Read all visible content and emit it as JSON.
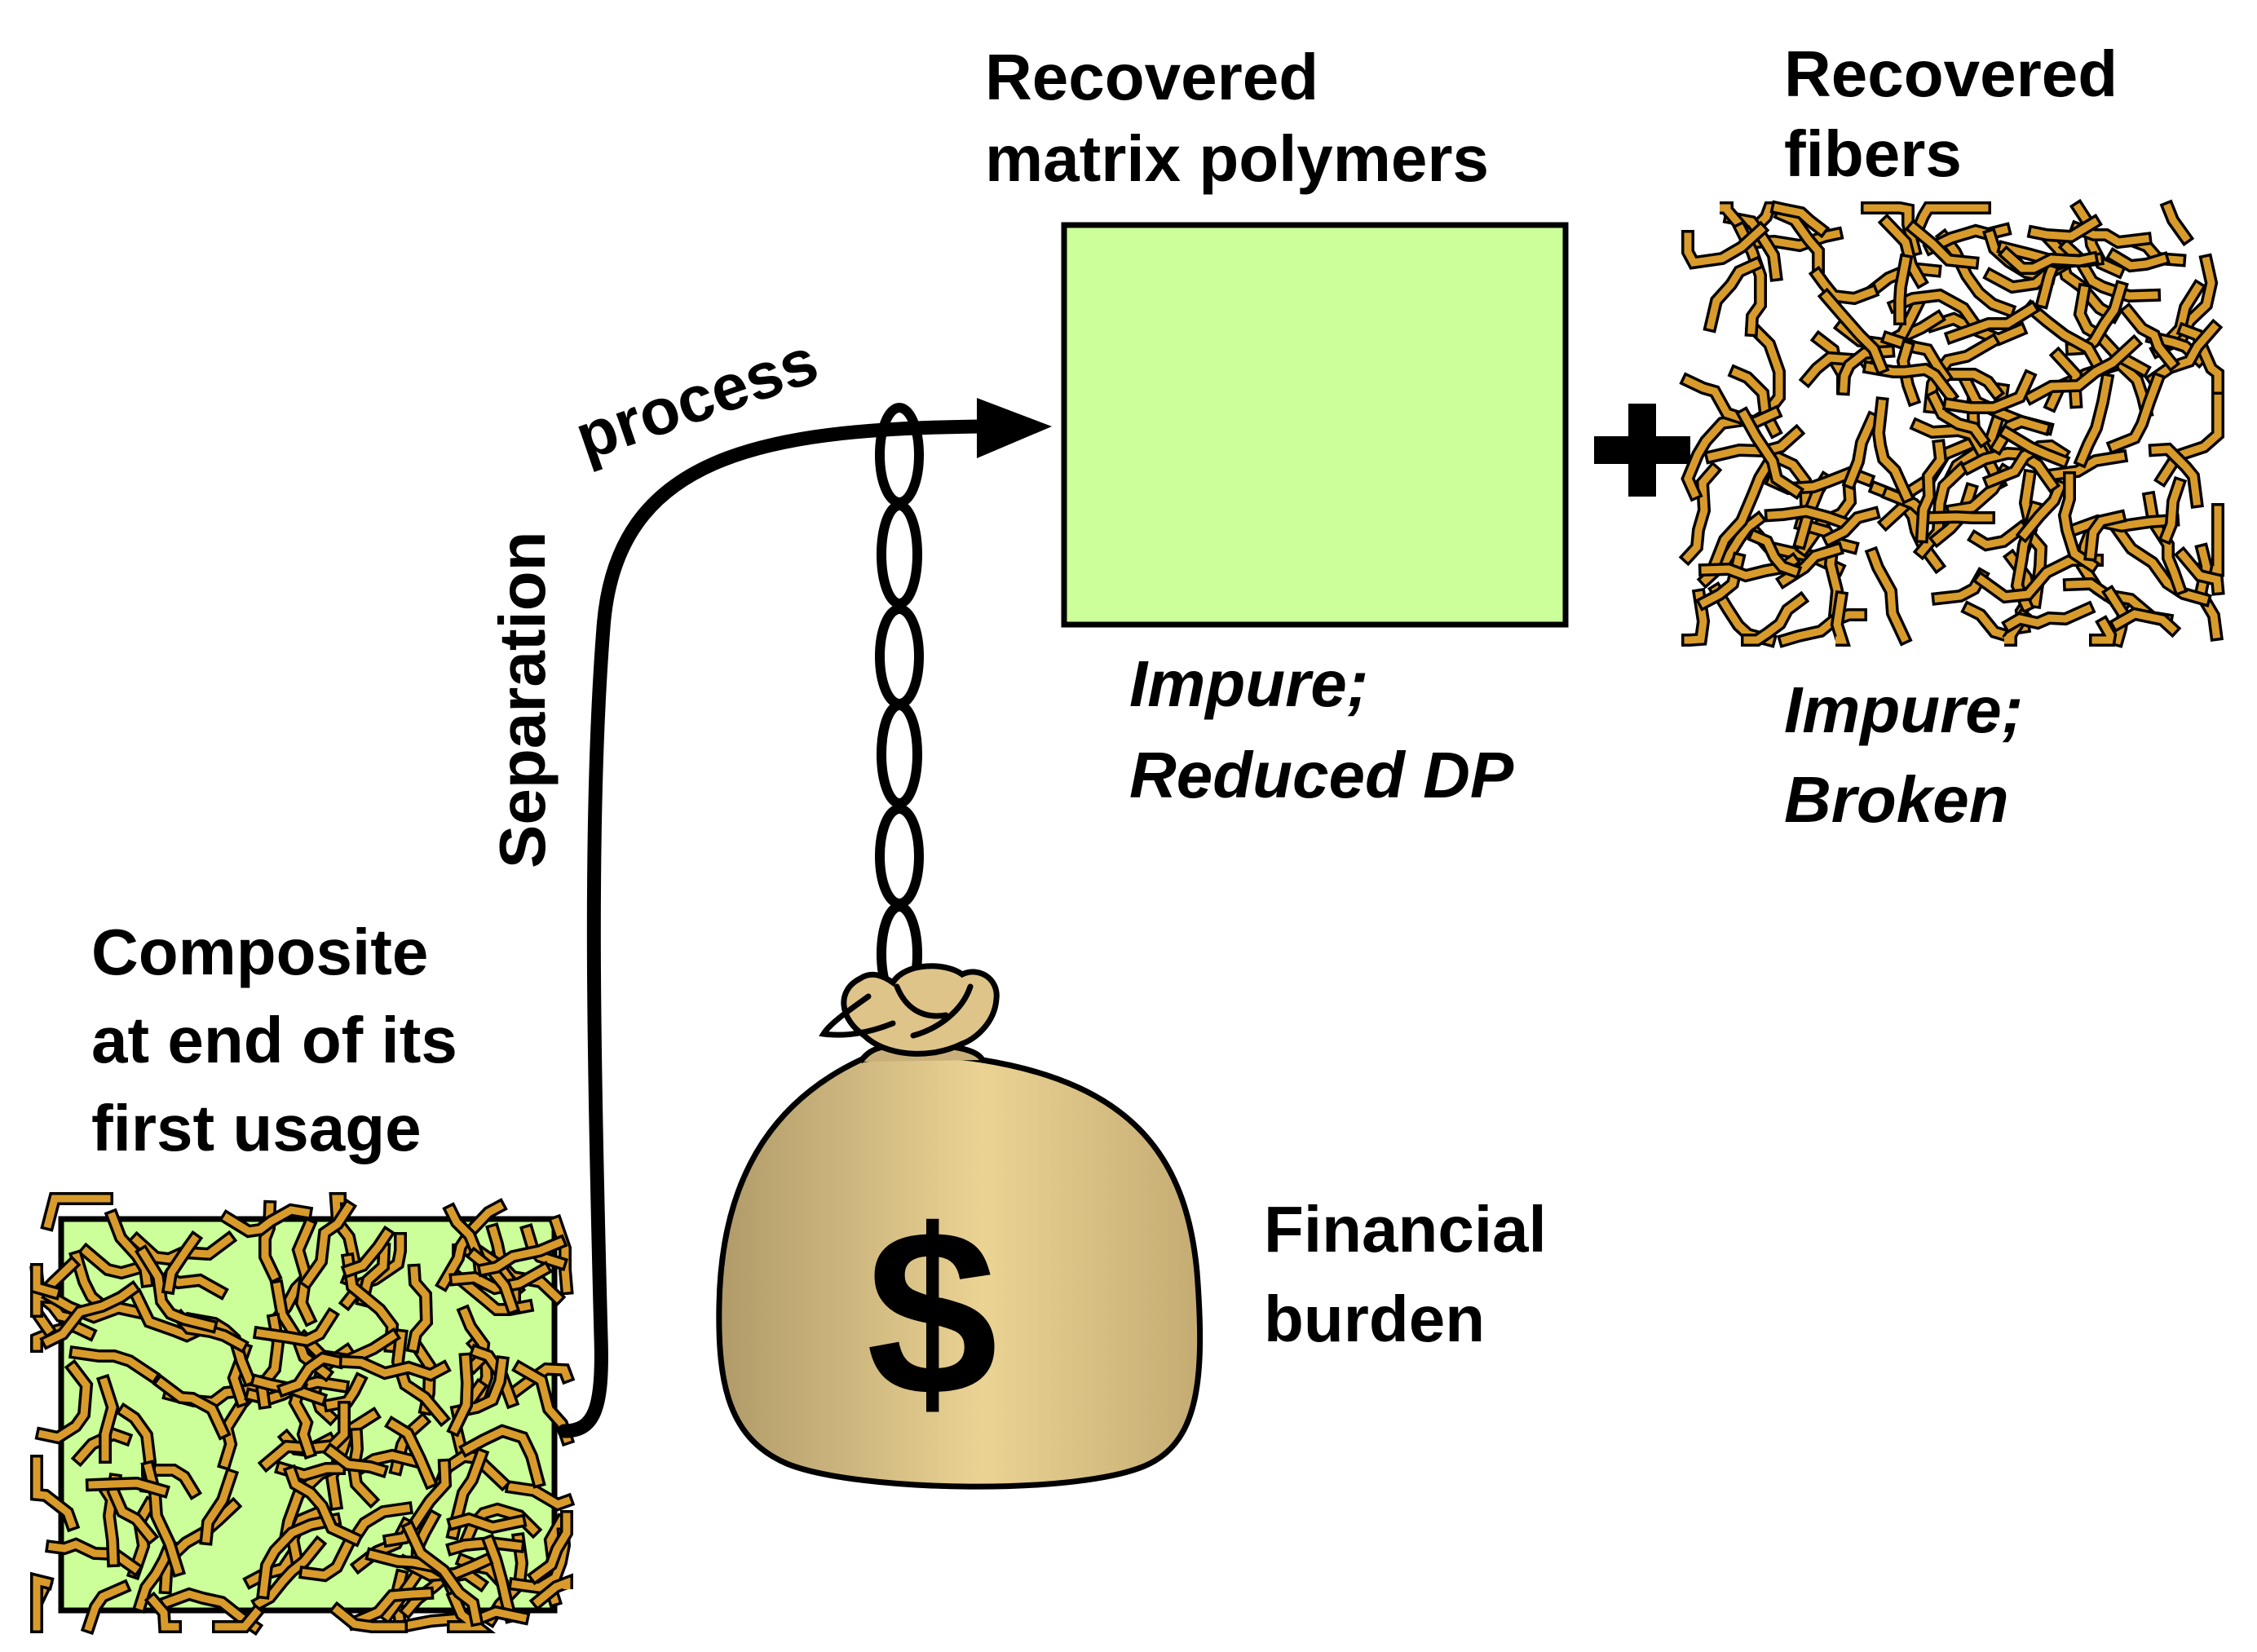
{
  "labels": {
    "composite": [
      "Composite",
      "at end of its",
      "first usage"
    ],
    "separation": "Separation",
    "process": "process",
    "recovered_polymers": [
      "Recovered",
      "matrix polymers"
    ],
    "recovered_fibers": [
      "Recovered",
      "fibers"
    ],
    "polymers_note": [
      "Impure;",
      "Reduced DP"
    ],
    "fibers_note": [
      "Impure;",
      "Broken"
    ],
    "plus": "+",
    "dollar": "$",
    "financial": [
      "Financial",
      "burden"
    ]
  },
  "colors": {
    "matrix_fill": "#ccff99",
    "fiber_fill": "#d89b2b",
    "bag_light": "#ebd394",
    "bag_dark": "#b09a68",
    "outline": "#000000"
  },
  "icons": {
    "chain": "chain-icon",
    "money_bag": "money-bag-icon",
    "plus": "plus-icon",
    "arrow": "curved-arrow-icon"
  }
}
